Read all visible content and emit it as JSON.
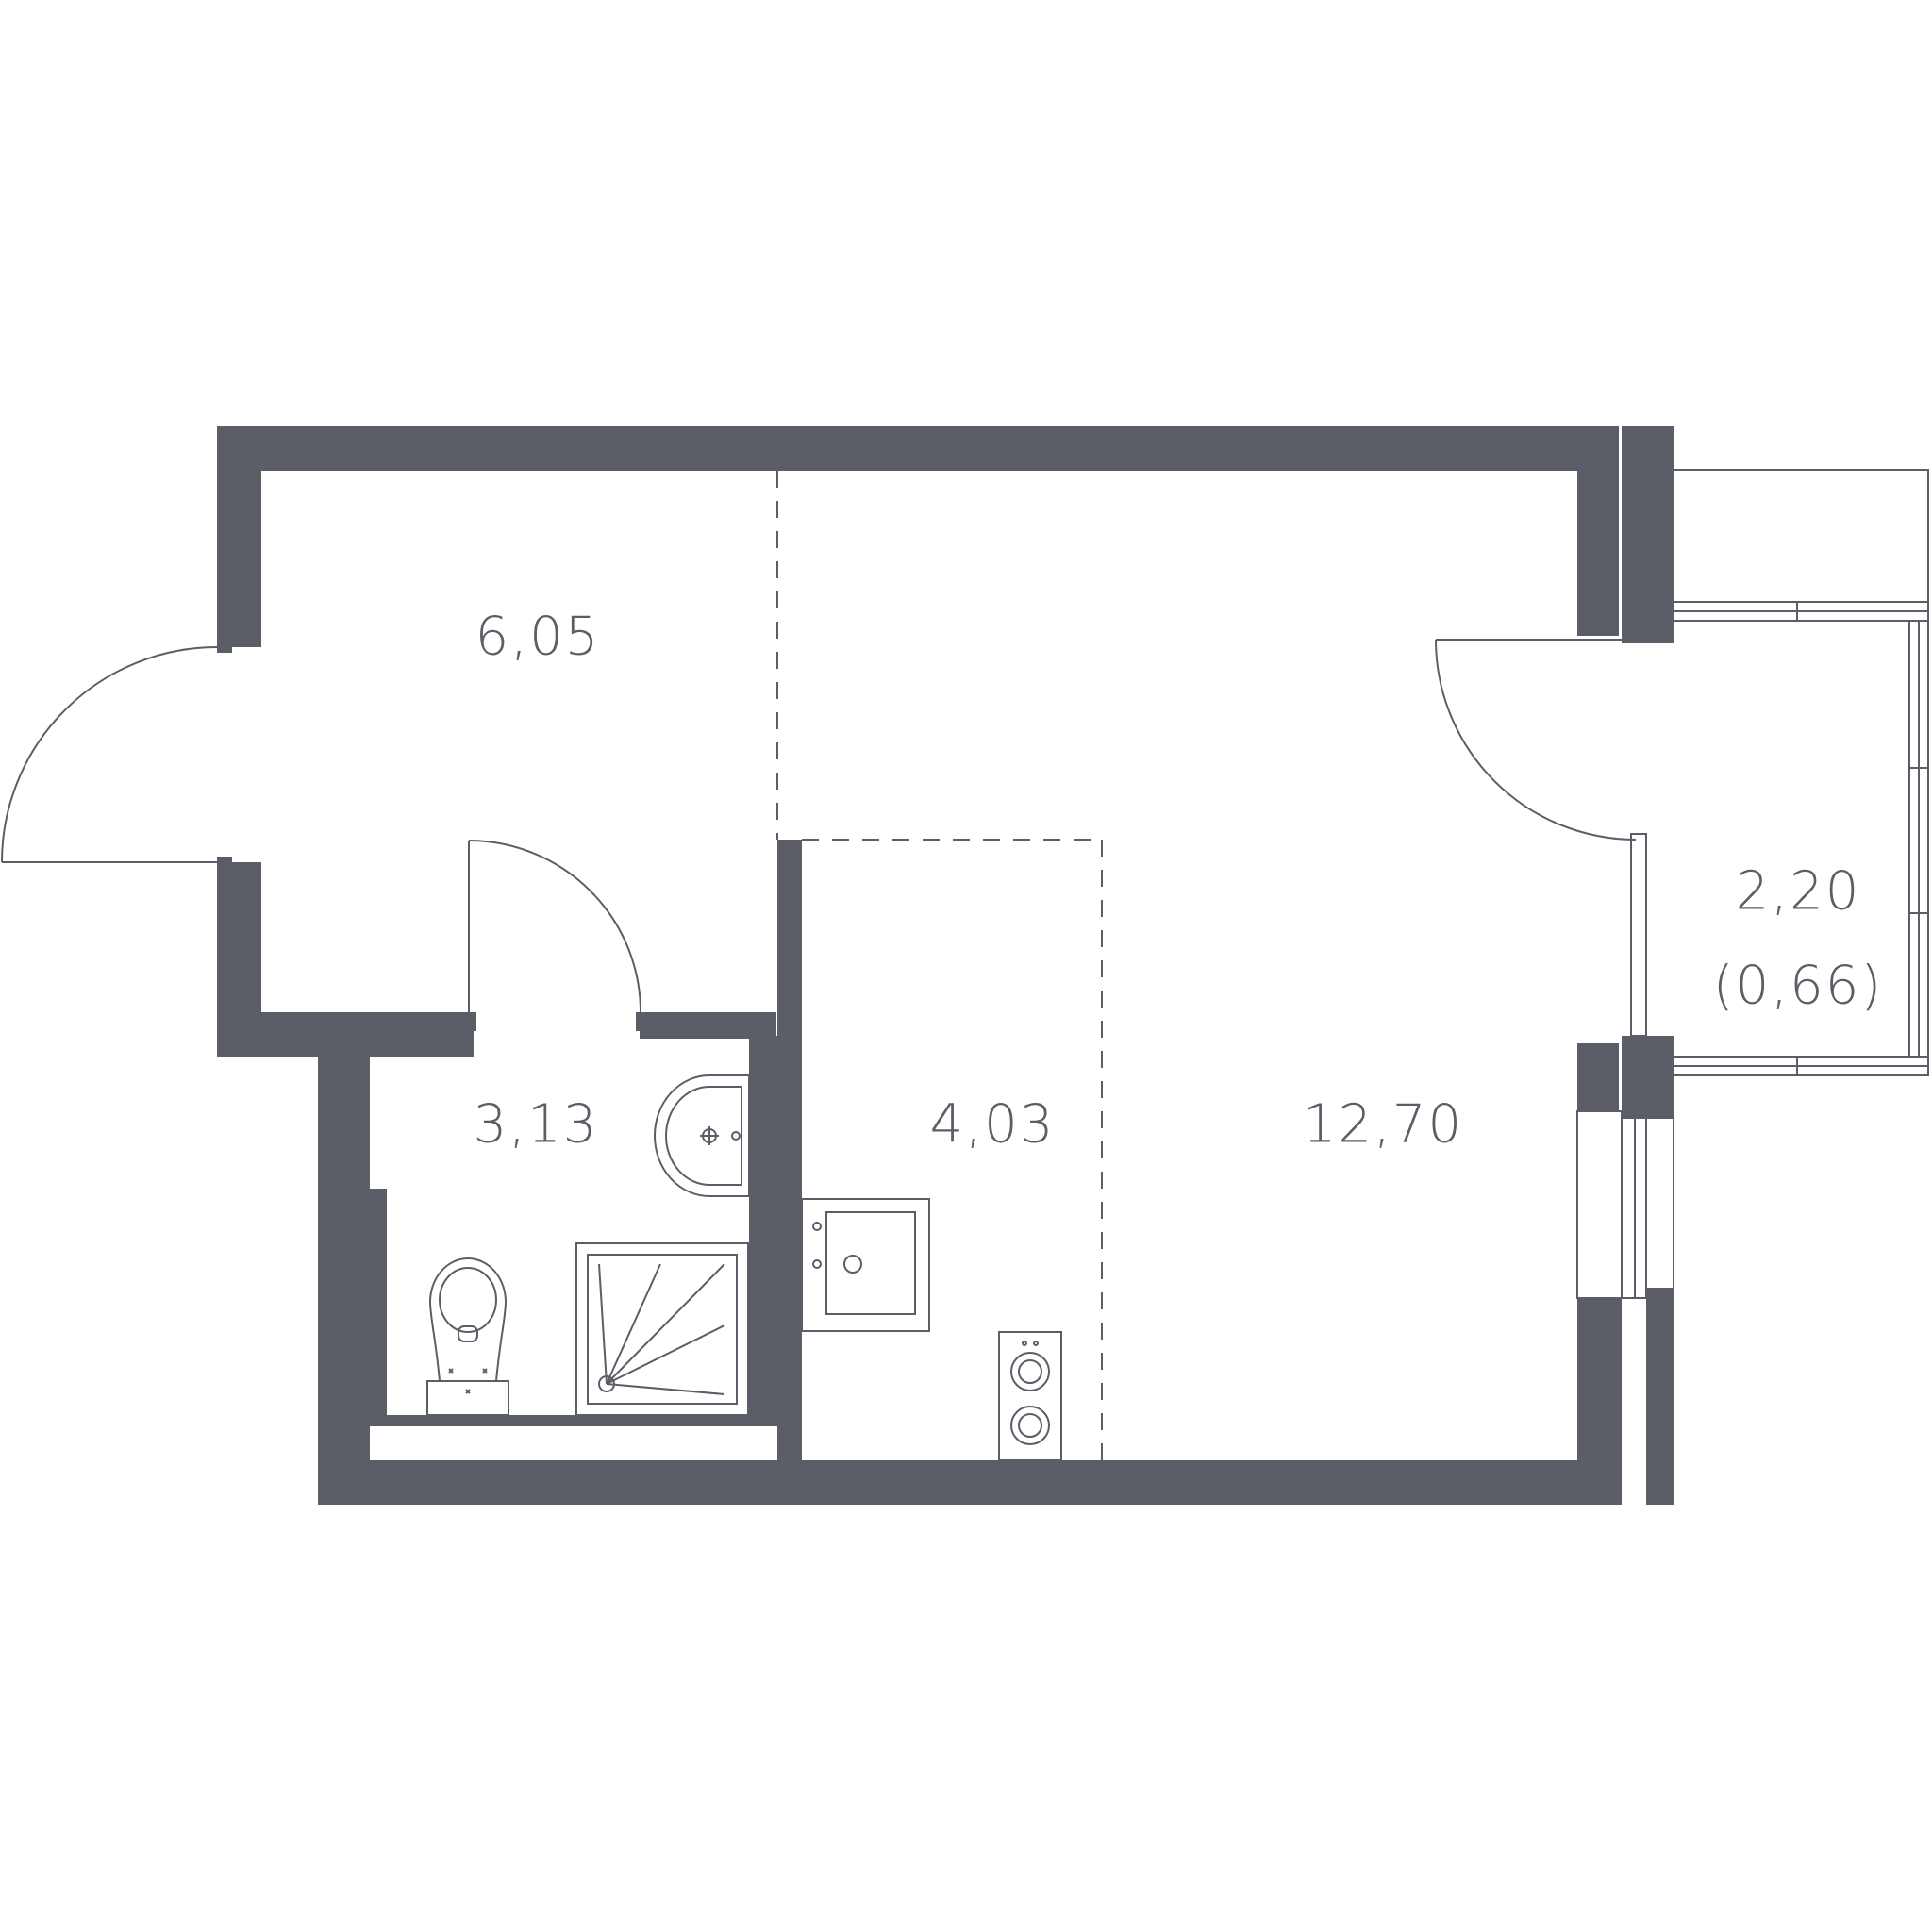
{
  "colors": {
    "wall": "#5b5e66",
    "line": "#5b5e66",
    "background": "#ffffff"
  },
  "rooms": [
    {
      "id": "hallway",
      "area": "6,05"
    },
    {
      "id": "bathroom",
      "area": "3,13"
    },
    {
      "id": "kitchen",
      "area": "4,03"
    },
    {
      "id": "living-room",
      "area": "12,70"
    },
    {
      "id": "balcony",
      "area": "2,20",
      "area_reduced": "(0,66)"
    }
  ],
  "fixtures": [
    "entrance-door-icon",
    "bathroom-door-icon",
    "balcony-door-icon",
    "sink-icon",
    "toilet-icon",
    "shower-tray-icon",
    "kitchen-sink-icon",
    "stove-icon",
    "window-icon"
  ]
}
